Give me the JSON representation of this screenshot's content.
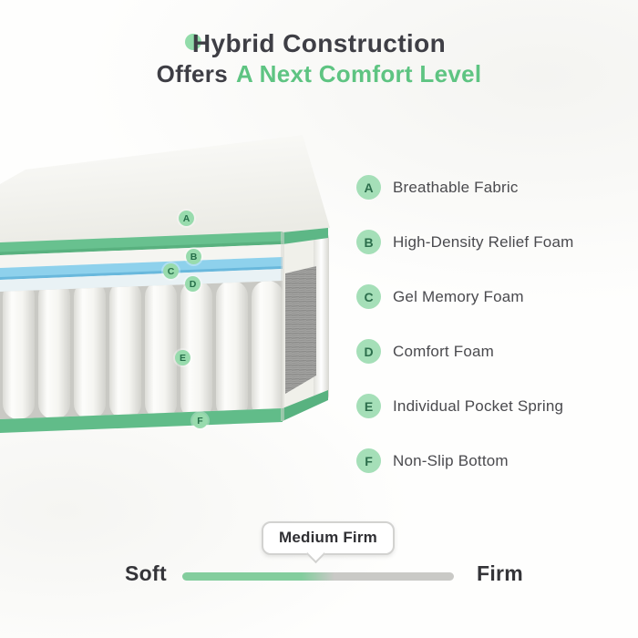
{
  "title": {
    "line1": "Hybrid Construction",
    "line2_prefix": "Offers",
    "line2_highlight": "A Next Comfort Level"
  },
  "legend": {
    "items": [
      {
        "letter": "A",
        "label": "Breathable Fabric"
      },
      {
        "letter": "B",
        "label": "High-Density Relief Foam"
      },
      {
        "letter": "C",
        "label": "Gel Memory Foam"
      },
      {
        "letter": "D",
        "label": "Comfort Foam"
      },
      {
        "letter": "E",
        "label": "Individual Pocket Spring"
      },
      {
        "letter": "F",
        "label": "Non-Slip Bottom"
      }
    ]
  },
  "firmness": {
    "badge_label": "Medium Firm",
    "left_label": "Soft",
    "right_label": "Firm"
  },
  "colors": {
    "accent_green": "#5ec482",
    "marker_green": "#98dbad",
    "gel_blue": "#8ed1ec",
    "text_dark": "#3e3e45",
    "bar_gray": "#c9c9c6"
  }
}
